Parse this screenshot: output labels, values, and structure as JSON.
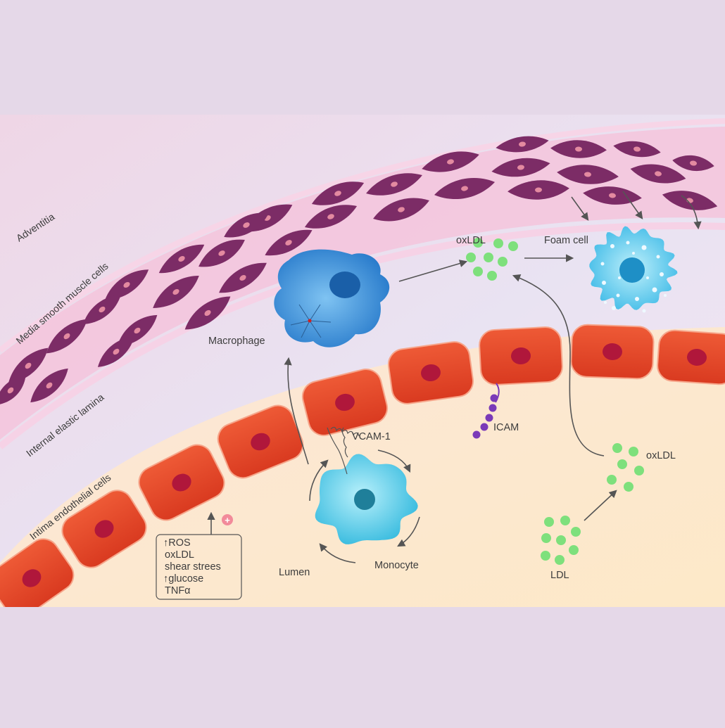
{
  "labels": {
    "adventitia": "Adventitia",
    "media": "Media smooth muscle cells",
    "internal_elastic_lamina": "Internal elastic lamina",
    "intima": "Intima endothelial cells",
    "macrophage": "Macrophage",
    "oxldl_top": "oxLDL",
    "foam_cell": "Foam cell",
    "vcam": "VCAM-1",
    "icam": "ICAM",
    "oxldl_right": "oxLDL",
    "ldl": "LDL",
    "lumen": "Lumen",
    "monocyte": "Monocyte",
    "plus": "+"
  },
  "stimuli": [
    "↑ROS",
    "oxLDL",
    "shear strees",
    "↑glucose",
    "TNFα"
  ],
  "colors": {
    "background": "#e5d8e8",
    "smooth_muscle": "#7c2c66",
    "endothelial": "#e8452a",
    "nucleus": "#b0173b",
    "macrophage": "#2a86d2",
    "monocyte": "#3cc6e2",
    "lipid": "#7ee07c",
    "icam": "#7a3ab8"
  }
}
